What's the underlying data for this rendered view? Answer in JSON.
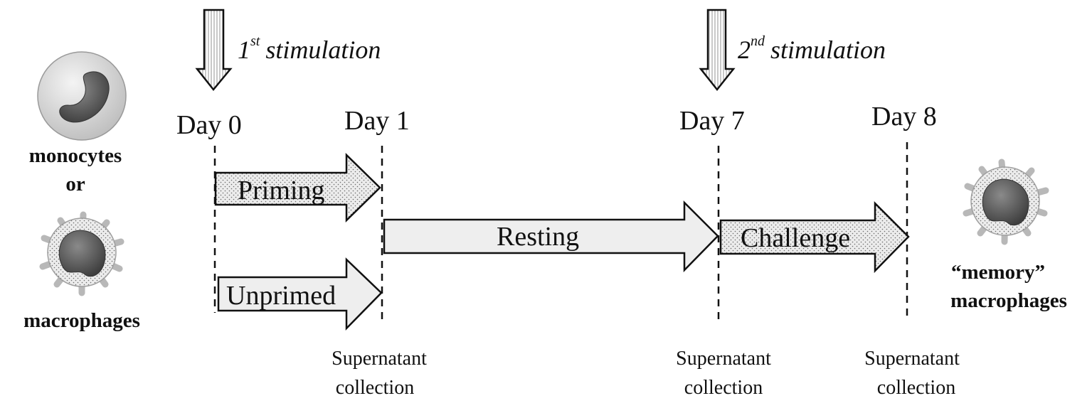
{
  "stimulations": [
    {
      "ordinal": "1",
      "suffix": "st",
      "label": "stimulation"
    },
    {
      "ordinal": "2",
      "suffix": "nd",
      "label": "stimulation"
    }
  ],
  "days": [
    "Day 0",
    "Day 1",
    "Day 7",
    "Day 8"
  ],
  "phases": {
    "priming": "Priming",
    "unprimed": "Unprimed",
    "resting": "Resting",
    "challenge": "Challenge"
  },
  "left_cells": {
    "line1": "monocytes",
    "line2": "or",
    "line3": "macrophages"
  },
  "right_cells": {
    "line1": "“memory”",
    "line2": "macrophages"
  },
  "collections": [
    {
      "line1": "Supernatant",
      "line2": "collection"
    },
    {
      "line1": "Supernatant",
      "line2": "collection"
    },
    {
      "line1": "Supernatant",
      "line2": "collection"
    }
  ],
  "colors": {
    "arrow_fill": "#efefef",
    "dotted_fill": "#e6e6e6",
    "cell_body": "#d4d4d4",
    "nucleus": "#5a5a5a",
    "line": "#111111"
  }
}
